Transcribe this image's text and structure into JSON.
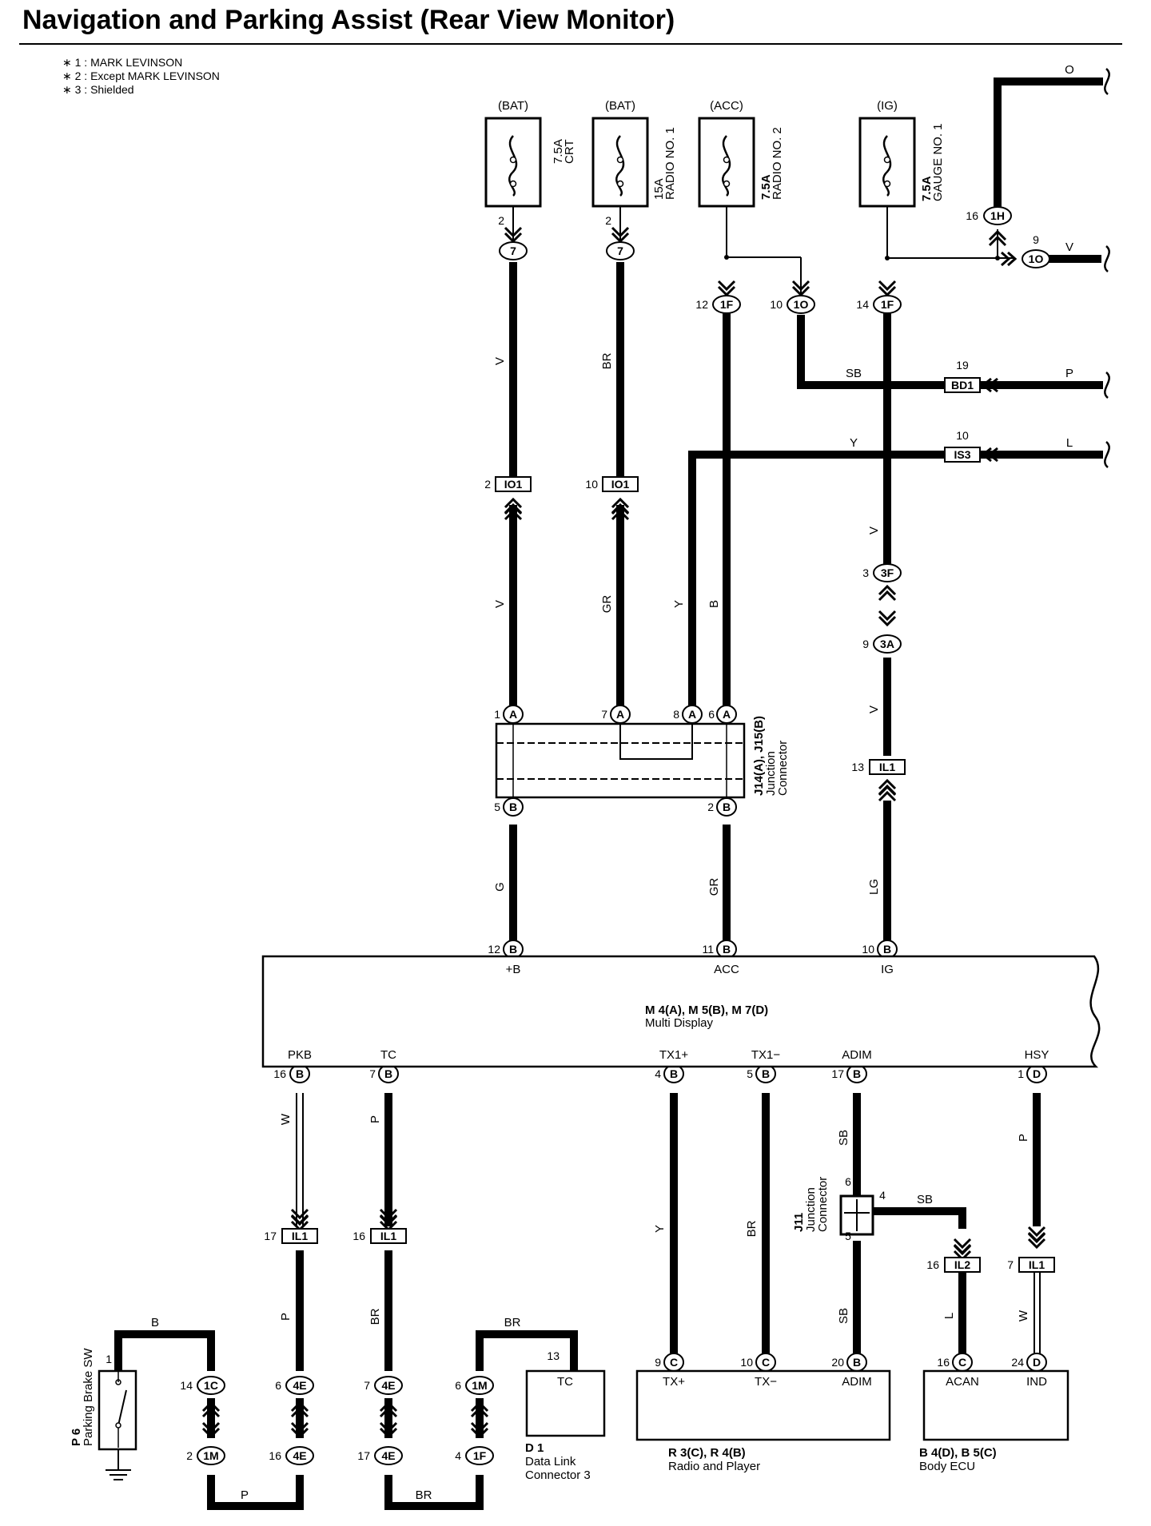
{
  "title": "Navigation and Parking Assist (Rear View Monitor)",
  "notes": [
    "∗ 1 : MARK LEVINSON",
    "∗ 2 : Except MARK LEVINSON",
    "∗ 3 : Shielded"
  ],
  "fuses": [
    {
      "source": "(BAT)",
      "rating": "7.5A",
      "name": "CRT"
    },
    {
      "source": "(BAT)",
      "rating": "15A",
      "name": "RADIO NO. 1"
    },
    {
      "source": "(ACC)",
      "rating": "7.5A",
      "name": "RADIO NO. 2"
    },
    {
      "source": "(IG)",
      "rating": "7.5A",
      "name": "GAUGE NO. 1"
    }
  ],
  "connectors": {
    "c7": "7",
    "c1f": "1F",
    "c1o": "1O",
    "c1h": "1H",
    "io1": "IO1",
    "bd1": "BD1",
    "is3": "IS3",
    "c3f": "3F",
    "c3a": "3A",
    "il1": "IL1",
    "il2": "IL2",
    "ca": "A",
    "cb": "B",
    "cc": "C",
    "cd": "D",
    "c1c": "1C",
    "c1m": "1M",
    "c4e": "4E"
  },
  "pins": {
    "p1": "1",
    "p2": "2",
    "p3": "3",
    "p4": "4",
    "p5": "5",
    "p6": "6",
    "p7": "7",
    "p8": "8",
    "p9": "9",
    "p10": "10",
    "p11": "11",
    "p12": "12",
    "p13": "13",
    "p14": "14",
    "p16": "16",
    "p17": "17",
    "p19": "19",
    "p20": "20",
    "p24": "24"
  },
  "wire_colors": {
    "o": "O",
    "v": "V",
    "p": "P",
    "l": "L",
    "sb": "SB",
    "y": "Y",
    "br": "BR",
    "gr": "GR",
    "b": "B",
    "g": "G",
    "lg": "LG",
    "w": "W"
  },
  "junction_connector": {
    "ids": "J14(A), J15(B)",
    "name1": "Junction",
    "name2": "Connector"
  },
  "j11": {
    "id": "J11",
    "name1": "Junction",
    "name2": "Connector"
  },
  "multi_display": {
    "ids": "M 4(A), M 5(B), M 7(D)",
    "name": "Multi Display",
    "top_terminals": [
      "+B",
      "ACC",
      "IG"
    ],
    "bottom_terminals": [
      "PKB",
      "TC",
      "TX1+",
      "TX1−",
      "ADIM",
      "HSY"
    ]
  },
  "parking_brake": {
    "id": "P 6",
    "name": "Parking Brake SW"
  },
  "dlc": {
    "terminal": "TC",
    "id": "D 1",
    "name1": "Data Link",
    "name2": "Connector 3"
  },
  "radio": {
    "terminals": [
      "TX+",
      "TX−",
      "ADIM"
    ],
    "id": "R 3(C), R 4(B)",
    "name": "Radio and Player"
  },
  "body_ecu": {
    "terminals": [
      "ACAN",
      "IND"
    ],
    "id": "B 4(D), B 5(C)",
    "name": "Body ECU"
  }
}
